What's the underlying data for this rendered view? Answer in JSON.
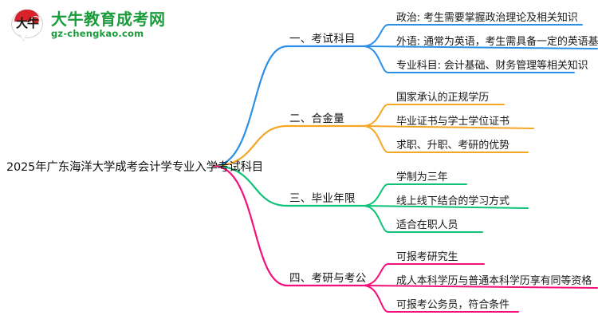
{
  "logo": {
    "mark_text": "大牛",
    "title": "大牛教育成考网",
    "subtitle": "gz-chengkao.com",
    "brand_green": "#1a9c3c",
    "brand_red": "#d8232a"
  },
  "mindmap": {
    "root": {
      "label": "2025年广东海洋大学成考会计学专业入学考试科目"
    },
    "branches": [
      {
        "label": "一、考试科目",
        "color": "#2B8FE8",
        "children": [
          "政治: 考生需要掌握政治理论及相关知识",
          "外语: 通常为英语，考生需具备一定的英语基础",
          "专业科目: 会计基础、财务管理等相关知识"
        ]
      },
      {
        "label": "二、合金量",
        "color": "#F5A623",
        "children": [
          "国家承认的正规学历",
          "毕业证书与学士学位证书",
          "求职、升职、考研的优势"
        ]
      },
      {
        "label": "三、毕业年限",
        "color": "#0EC277",
        "children": [
          "学制为三年",
          "线上线下结合的学习方式",
          "适合在职人员"
        ]
      },
      {
        "label": "四、考研与考公",
        "color": "#F50F7B",
        "children": [
          "可报考研究生",
          "成人本科学历与普通本科学历享有同等资格",
          "可报考公务员，符合条件"
        ]
      }
    ]
  }
}
